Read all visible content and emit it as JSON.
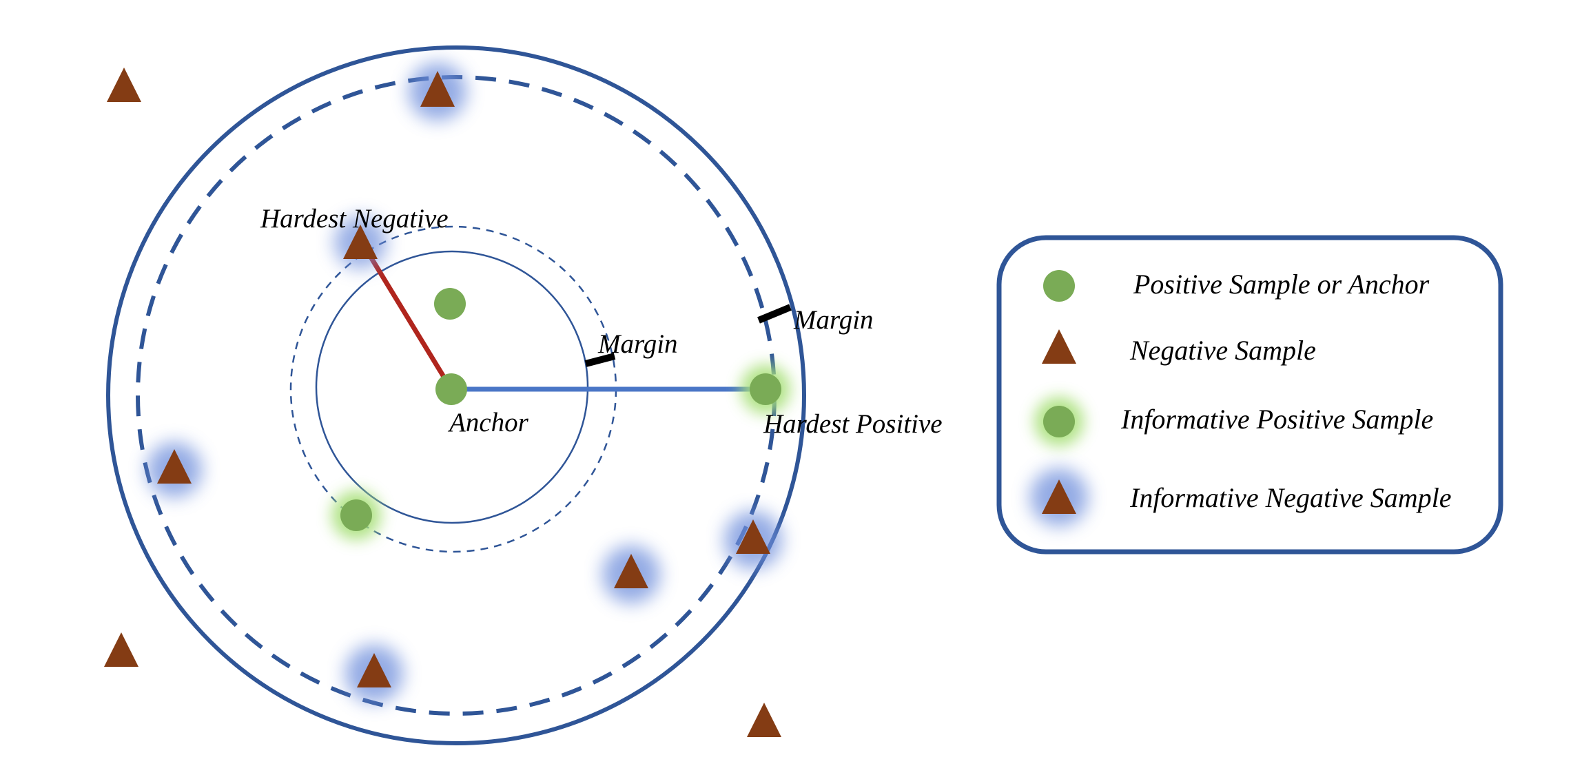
{
  "colors": {
    "circle_stroke": "#2f5597",
    "positive_fill": "#7aab56",
    "negative_fill": "#843c14",
    "anchor_neg_line": "#b0251d",
    "anchor_pos_line": "#4a76c6",
    "margin_bar": "#000000",
    "pos_glow": "#a9e07a",
    "neg_glow": "#6f8fdc"
  },
  "labels": {
    "hardest_negative": "Hardest Negative",
    "anchor": "Anchor",
    "hardest_positive": "Hardest Positive",
    "inner_margin": "Margin",
    "outer_margin": "Margin"
  },
  "legend": {
    "items": [
      {
        "label": "Positive Sample or Anchor",
        "icon": "positive-circle-icon"
      },
      {
        "label": "Negative Sample",
        "icon": "negative-triangle-icon"
      },
      {
        "label": "Informative Positive Sample",
        "icon": "informative-positive-circle-icon"
      },
      {
        "label": "Informative Negative Sample",
        "icon": "informative-negative-triangle-icon"
      }
    ]
  }
}
